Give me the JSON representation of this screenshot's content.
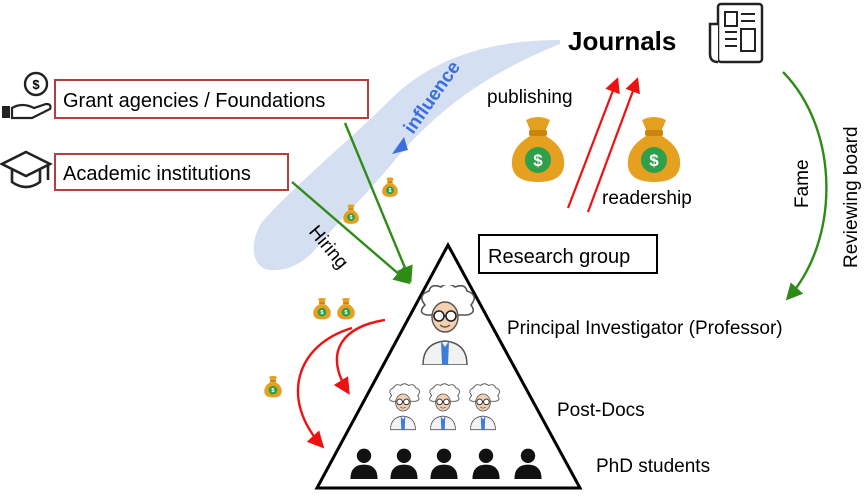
{
  "title": "Journals",
  "funders": {
    "grant_label": "Grant agencies / Foundations",
    "academic_label": "Academic institutions"
  },
  "flows": {
    "influence": "influence",
    "publishing": "publishing",
    "readership": "readership",
    "hiring": "Hiring",
    "fame": "Fame",
    "reviewing_board": "Reviewing board"
  },
  "group": {
    "label": "Research group",
    "pi": "Principal Investigator (Professor)",
    "postdocs": "Post-Docs",
    "phd": "PhD students"
  },
  "icons": {
    "money": "money-bag-icon",
    "journal": "journal-icon",
    "grant": "hand-coin-icon",
    "academic": "graduation-cap-icon",
    "scientist": "scientist-icon",
    "student": "person-icon"
  },
  "colors": {
    "influence_text": "#3b6fe0",
    "influence_band": "#cfdcf0",
    "green_arrow": "#2e8b16",
    "red_arrow": "#ee1111",
    "box_border": "#b04040",
    "bag": "#e6a020",
    "dollar_coin": "#2fa04a"
  }
}
